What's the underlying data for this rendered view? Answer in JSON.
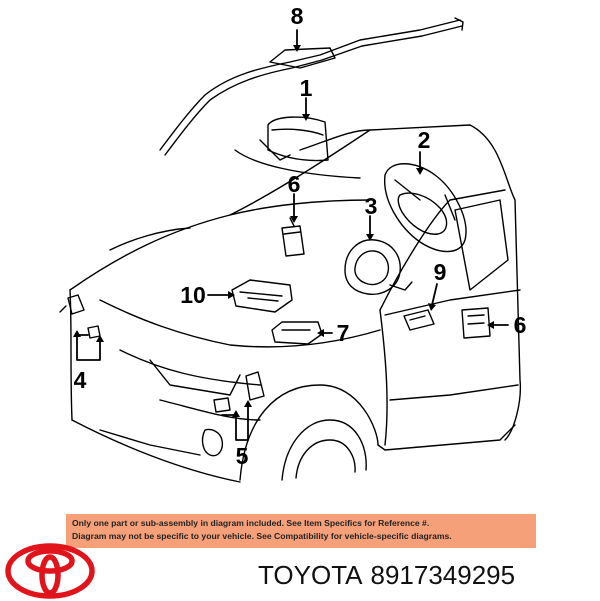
{
  "callouts": {
    "c1": "1",
    "c2": "2",
    "c3": "3",
    "c4": "4",
    "c5": "5",
    "c6a": "6",
    "c6b": "6",
    "c7": "7",
    "c8": "8",
    "c9": "9",
    "c10": "10"
  },
  "disclaimer": {
    "line1": "Only one part or sub-assembly in diagram included. See Item Specifics for Reference #.",
    "line2": "Diagram may not be specific to your vehicle. See Compatibility for vehicle-specific diagrams."
  },
  "brand": {
    "name": "TOYOTA",
    "part_number": "8917349295"
  },
  "colors": {
    "disclaimer_bg": "#f6a07a",
    "logo_red": "#e1141c"
  },
  "icons": {
    "logo": "toyota-logo"
  }
}
